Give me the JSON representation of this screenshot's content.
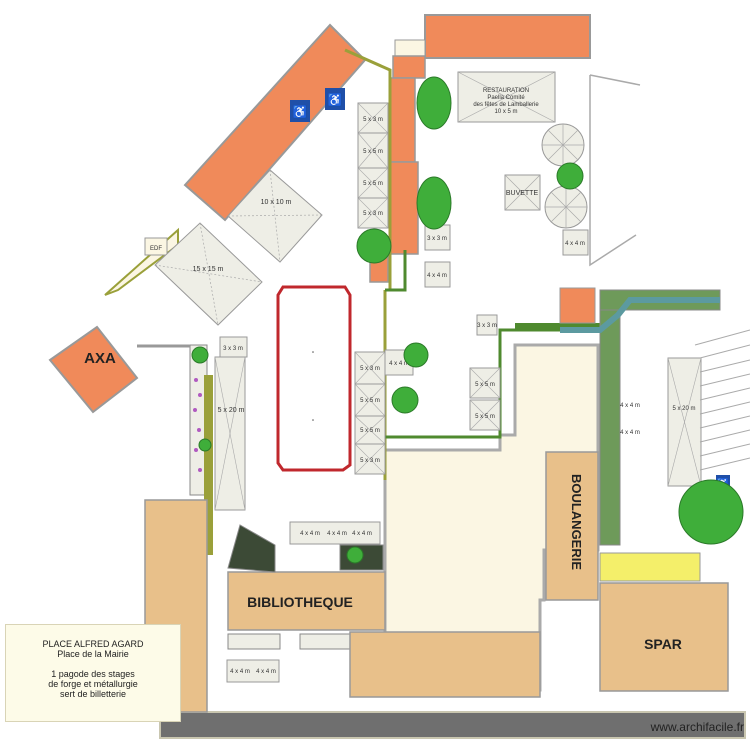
{
  "colors": {
    "roof": "#f08a5a",
    "tent": "#eeeee6",
    "ground": "#fbf6e3",
    "wall": "#999999",
    "path_green": "#4f8a2f",
    "path_olive": "#9aa03a",
    "ring": "#c0282d",
    "water": "#5c9aa0",
    "hedge": "#6e9a5a",
    "bakery": "#e8c08a",
    "road": "#6f6f6f",
    "yellow": "#f4ef6a",
    "tree": "#3fae3a"
  },
  "buildings": {
    "axa": "AXA",
    "bibliotheque": "BIBLIOTHEQUE",
    "boulangerie": "BOULANGERIE",
    "spar": "SPAR",
    "edf": "EDF"
  },
  "restauration": {
    "line1": "RESTAURATION",
    "line2": "Paella Comité",
    "line3": "des fêtes de Lamballerie",
    "line4": "10 x 5 m"
  },
  "buvette": "BUVETTE",
  "tents": {
    "t10x10": "10 x 10 m",
    "t15x15": "15 x 15 m",
    "t5x3a": "5 x 3 m",
    "t5x5a": "5 x 5 m",
    "t5x5b": "5 x 5 m",
    "t5x3b": "5 x 3 m",
    "t3x3a": "3 x 3 m",
    "t4x4a": "4 x 4 m",
    "t4x4b": "4 x 4 m",
    "t3x3b": "3 x 3 m",
    "t3x3c": "3 x 3 m",
    "t5x20": "5 x 20 m",
    "t5x3c": "5 x 3 m",
    "t5x5c": "5 x 5 m",
    "t5x5d": "5 x 5 m",
    "t5x3d": "5 x 3 m",
    "t4x4c": "4 x 4 m",
    "t5x5e": "5 x 5 m",
    "t5x5f": "5 x 5 m",
    "t4x4d": "4 x 4 m",
    "t4x4e": "4 x 4 m",
    "t5x20b": "5 x 20 m",
    "t4x4f": "4 x 4 m",
    "t4x4g": "4 x 4 m",
    "t4x4h": "4 x 4 m",
    "t4x4i": "4 x 4 m",
    "t4x4j": "4 x 4 m"
  },
  "legend": {
    "line1": "PLACE ALFRED AGARD",
    "line2": "Place de la Mairie",
    "line3": "1 pagode des stages",
    "line4": "de forge et métallurgie",
    "line5": "sert  de billetterie"
  },
  "watermark": "www.archifacile.fr",
  "icons": [
    "accessibility-icon",
    "parking-accessible-icon",
    "wheelchair-icon"
  ]
}
